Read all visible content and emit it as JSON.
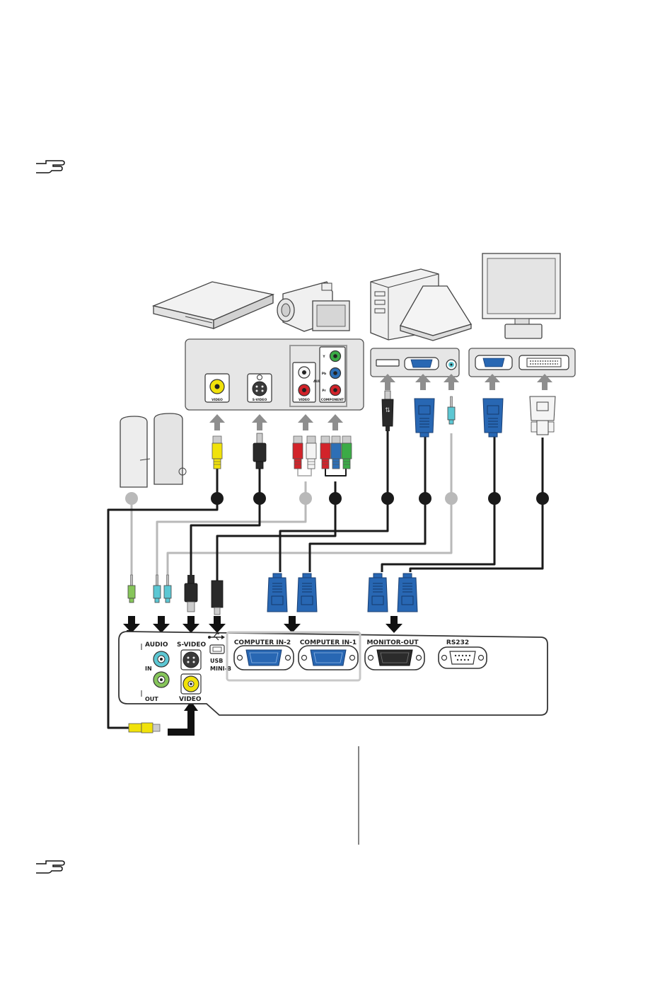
{
  "colors": {
    "cable_dark": "#1a1a1a",
    "cable_gray": "#b9b9b9",
    "arrow_gray": "#8e8e8e",
    "vga_blue": "#2867b3",
    "rca_yellow": "#f1e20a",
    "rca_red": "#d2232a",
    "rca_white": "#f4f4f4",
    "comp_green": "#3bab46",
    "comp_blue": "#2d6fb6",
    "audio_teal": "#5cc7d3",
    "audio_green": "#86c55a"
  },
  "icons": [
    "note-hand-icon",
    "dvd-player-icon",
    "camcorder-icon",
    "desktop-pc-icon",
    "laptop-icon",
    "monitor-icon",
    "speakers-icon"
  ],
  "video_panel": {
    "video": "VIDEO",
    "svideo": "S-VIDEO",
    "audio": "AUDIO",
    "component": "COMPONENT",
    "comp_y": "Y",
    "comp_pb": "Pb",
    "comp_pr": "Pr"
  },
  "projector_panel": {
    "audio": "AUDIO",
    "audio_in": "IN",
    "audio_out": "OUT",
    "svideo": "S-VIDEO",
    "video": "VIDEO",
    "usb_line1": "USB",
    "usb_line2": "MINI-B",
    "computer_in_2": "COMPUTER IN-2",
    "computer_in_1": "COMPUTER IN-1",
    "monitor_out": "MONITOR-OUT",
    "rs232": "RS232"
  }
}
